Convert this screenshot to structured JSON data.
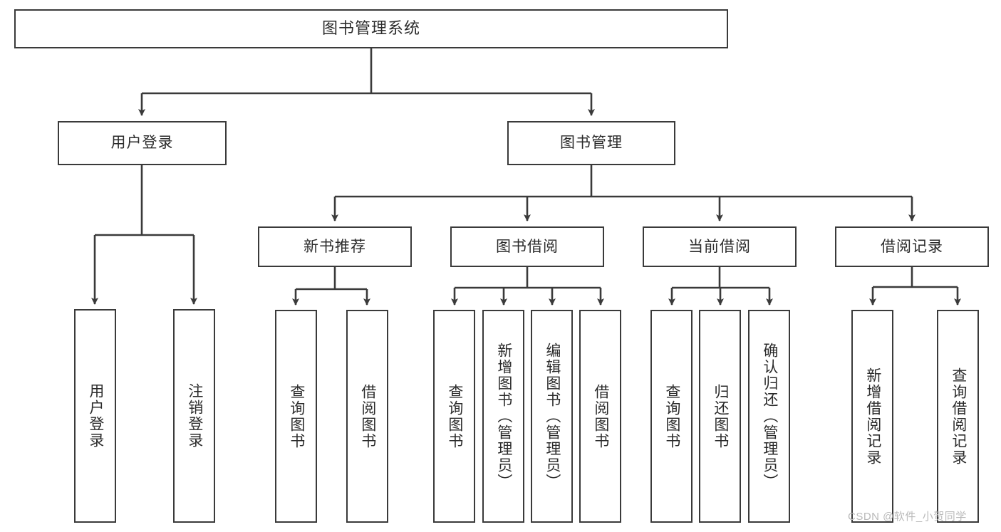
{
  "diagram": {
    "title": "图书管理系统",
    "watermark": "CSDN @软件_小贺同学",
    "colors": {
      "box_border": "#3a3a3a",
      "box_fill": "#ffffff",
      "line": "#3a3a3a",
      "text": "#2b2b2b",
      "watermark": "#b9b9b9",
      "background": "#ffffff"
    },
    "nodes": {
      "root": {
        "label": "图书管理系统",
        "orientation": "horizontal",
        "level": 1
      },
      "user_login": {
        "label": "用户登录",
        "orientation": "horizontal",
        "level": 2
      },
      "book_manage": {
        "label": "图书管理",
        "orientation": "horizontal",
        "level": 2
      },
      "new_book_rec": {
        "label": "新书推荐",
        "orientation": "horizontal",
        "level": 3
      },
      "book_borrow": {
        "label": "图书借阅",
        "orientation": "horizontal",
        "level": 3
      },
      "current_borrow": {
        "label": "当前借阅",
        "orientation": "horizontal",
        "level": 3
      },
      "borrow_record": {
        "label": "借阅记录",
        "orientation": "horizontal",
        "level": 3
      },
      "leaf_user_login": {
        "label": "用户登录",
        "orientation": "vertical",
        "level": 4
      },
      "leaf_logout": {
        "label": "注销登录",
        "orientation": "vertical",
        "level": 4
      },
      "leaf_query_book_1": {
        "label": "查询图书",
        "orientation": "vertical",
        "level": 4
      },
      "leaf_borrow_book_1": {
        "label": "借阅图书",
        "orientation": "vertical",
        "level": 4
      },
      "leaf_query_book_2": {
        "label": "查询图书",
        "orientation": "vertical",
        "level": 4
      },
      "leaf_add_book": {
        "label": "新增图书（管理员）",
        "orientation": "vertical",
        "level": 4
      },
      "leaf_edit_book": {
        "label": "编辑图书（管理员）",
        "orientation": "vertical",
        "level": 4
      },
      "leaf_borrow_book_2": {
        "label": "借阅图书",
        "orientation": "vertical",
        "level": 4
      },
      "leaf_query_book_3": {
        "label": "查询图书",
        "orientation": "vertical",
        "level": 4
      },
      "leaf_return_book": {
        "label": "归还图书",
        "orientation": "vertical",
        "level": 4
      },
      "leaf_confirm_return": {
        "label": "确认归还（管理员）",
        "orientation": "vertical",
        "level": 4
      },
      "leaf_add_record": {
        "label": "新增借阅记录",
        "orientation": "vertical",
        "level": 4
      },
      "leaf_query_record": {
        "label": "查询借阅记录",
        "orientation": "vertical",
        "level": 4
      }
    },
    "edges": [
      {
        "from": "root",
        "to": "user_login"
      },
      {
        "from": "root",
        "to": "book_manage"
      },
      {
        "from": "user_login",
        "to": "leaf_user_login"
      },
      {
        "from": "user_login",
        "to": "leaf_logout"
      },
      {
        "from": "book_manage",
        "to": "new_book_rec"
      },
      {
        "from": "book_manage",
        "to": "book_borrow"
      },
      {
        "from": "book_manage",
        "to": "current_borrow"
      },
      {
        "from": "book_manage",
        "to": "borrow_record"
      },
      {
        "from": "new_book_rec",
        "to": "leaf_query_book_1"
      },
      {
        "from": "new_book_rec",
        "to": "leaf_borrow_book_1"
      },
      {
        "from": "book_borrow",
        "to": "leaf_query_book_2"
      },
      {
        "from": "book_borrow",
        "to": "leaf_add_book"
      },
      {
        "from": "book_borrow",
        "to": "leaf_edit_book"
      },
      {
        "from": "book_borrow",
        "to": "leaf_borrow_book_2"
      },
      {
        "from": "current_borrow",
        "to": "leaf_query_book_3"
      },
      {
        "from": "current_borrow",
        "to": "leaf_return_book"
      },
      {
        "from": "current_borrow",
        "to": "leaf_confirm_return"
      },
      {
        "from": "borrow_record",
        "to": "leaf_add_record"
      },
      {
        "from": "borrow_record",
        "to": "leaf_query_record"
      }
    ]
  }
}
